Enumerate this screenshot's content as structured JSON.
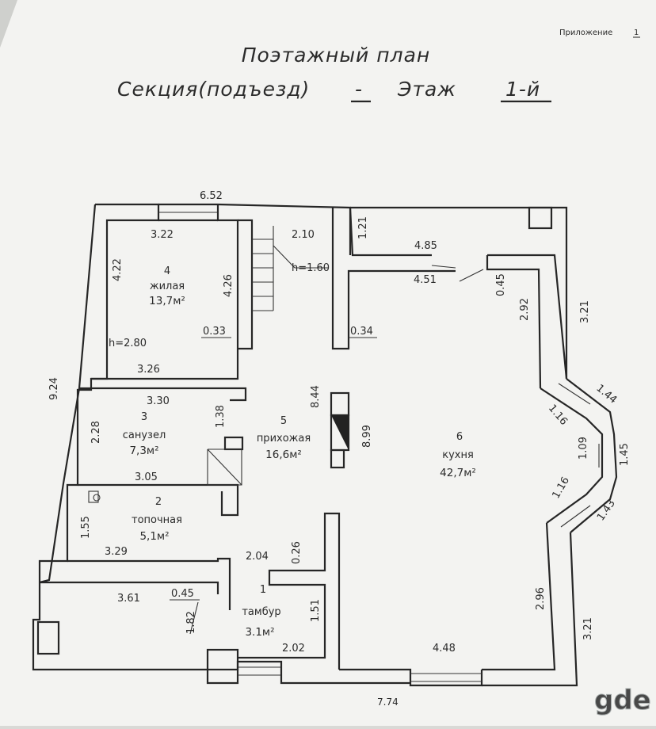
{
  "appendix": {
    "label": "Приложение",
    "number": "1"
  },
  "title": {
    "line1": "Поэтажный план",
    "section_label": "Секция(подъезд)",
    "section_value": "-",
    "floor_label": "Этаж",
    "floor_value": "1-й"
  },
  "rooms": [
    {
      "number": "1",
      "name": "тамбур",
      "area": "3.1м²"
    },
    {
      "number": "2",
      "name": "топочная",
      "area": "5,1м²"
    },
    {
      "number": "3",
      "name": "санузел",
      "area": "7,3м²"
    },
    {
      "number": "4",
      "name": "жилая",
      "area": "13,7м²"
    },
    {
      "number": "5",
      "name": "прихожая",
      "area": "16,6м²"
    },
    {
      "number": "6",
      "name": "кухня",
      "area": "42,7м²"
    }
  ],
  "heights": {
    "room4": "h=2.80",
    "stair": "h=1.60"
  },
  "dims": {
    "d652": "6.52",
    "d322": "3.22",
    "d422": "4.22",
    "d426": "4.26",
    "d033a": "0.33",
    "d326": "3.26",
    "d924": "9.24",
    "d210": "2.10",
    "d121": "1.21",
    "d485": "4.85",
    "d451": "4.51",
    "d045a": "0.45",
    "d292": "2.92",
    "d321a": "3.21",
    "d034": "0.34",
    "d330": "3.30",
    "d138": "1.38",
    "d228": "2.28",
    "d844": "8.44",
    "d899": "8.99",
    "d144": "1.44",
    "d116a": "1.16",
    "d109": "1.09",
    "d145": "1.45",
    "d305": "3.05",
    "d116b": "1.16",
    "d143": "1.43",
    "d155": "1.55",
    "d329": "3.29",
    "d026": "0.26",
    "d204": "2.04",
    "d361": "3.61",
    "d045b": "0.45",
    "d296": "2.96",
    "d321b": "3.21",
    "d182": "1.82",
    "d151": "1.51",
    "d202": "2.02",
    "d448": "4.48",
    "d774": "7.74"
  },
  "watermark": "gde"
}
